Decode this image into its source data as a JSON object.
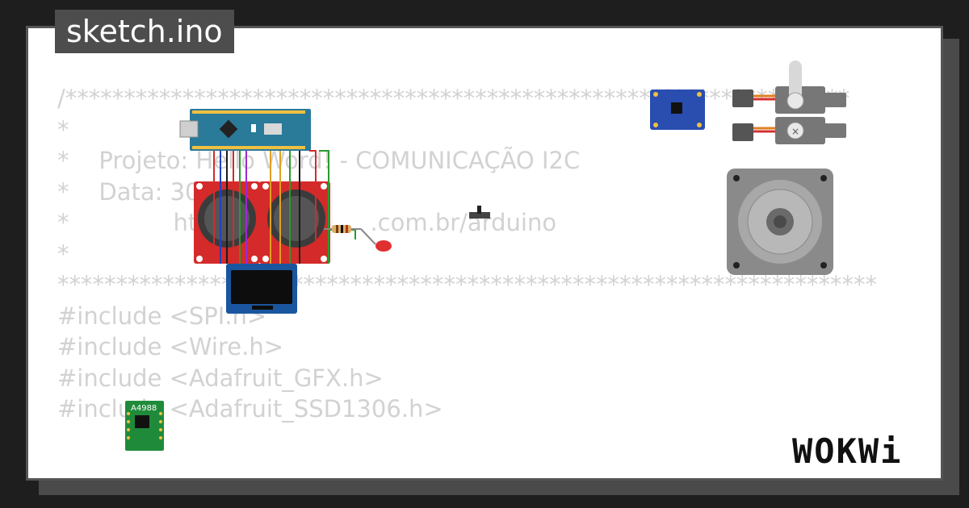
{
  "title": "sketch.ino",
  "code_lines": [
    "/*******************************************************************",
    "*",
    "*    Projeto: Hello Word! - COMUNICAÇÃO I2C",
    "*    Data: 30",
    "*              http                    .com.br/arduino",
    "*",
    "**********************************************************************",
    "#include <SPI.h>",
    "#include <Wire.h>",
    "#include <Adafruit_GFX.h>",
    "#include <Adafruit_SSD1306.h>"
  ],
  "components": {
    "driver_label": "A4988"
  },
  "brand": "WOKWi",
  "colors": {
    "background": "#1e1e1e",
    "nano_board": "#2a7a9a",
    "joystick_board": "#d42a2a",
    "oled": "#1a56a0",
    "mpu": "#2a4db0",
    "driver": "#1f8b3a",
    "code_text": "#d2d2d2"
  }
}
